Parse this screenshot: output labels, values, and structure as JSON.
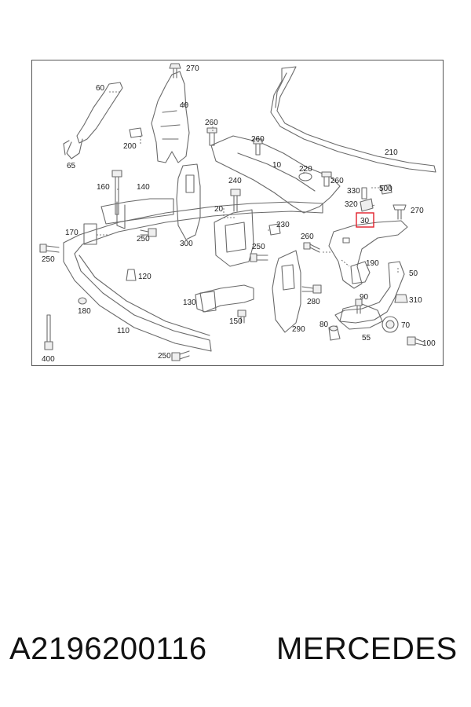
{
  "diagram": {
    "callouts": [
      "270",
      "60",
      "40",
      "200",
      "65",
      "260",
      "260",
      "10",
      "210",
      "220",
      "260",
      "330",
      "500",
      "320",
      "270",
      "30",
      "160",
      "140",
      "240",
      "20",
      "230",
      "260",
      "190",
      "170",
      "250",
      "300",
      "250",
      "50",
      "250",
      "120",
      "310",
      "180",
      "130",
      "280",
      "90",
      "70",
      "150",
      "110",
      "290",
      "80",
      "55",
      "100",
      "400",
      "250"
    ],
    "highlighted_callout": "30",
    "highlight_color": "#e0202a"
  },
  "footer": {
    "part_number": "A2196200116",
    "brand": "MERCEDES"
  }
}
